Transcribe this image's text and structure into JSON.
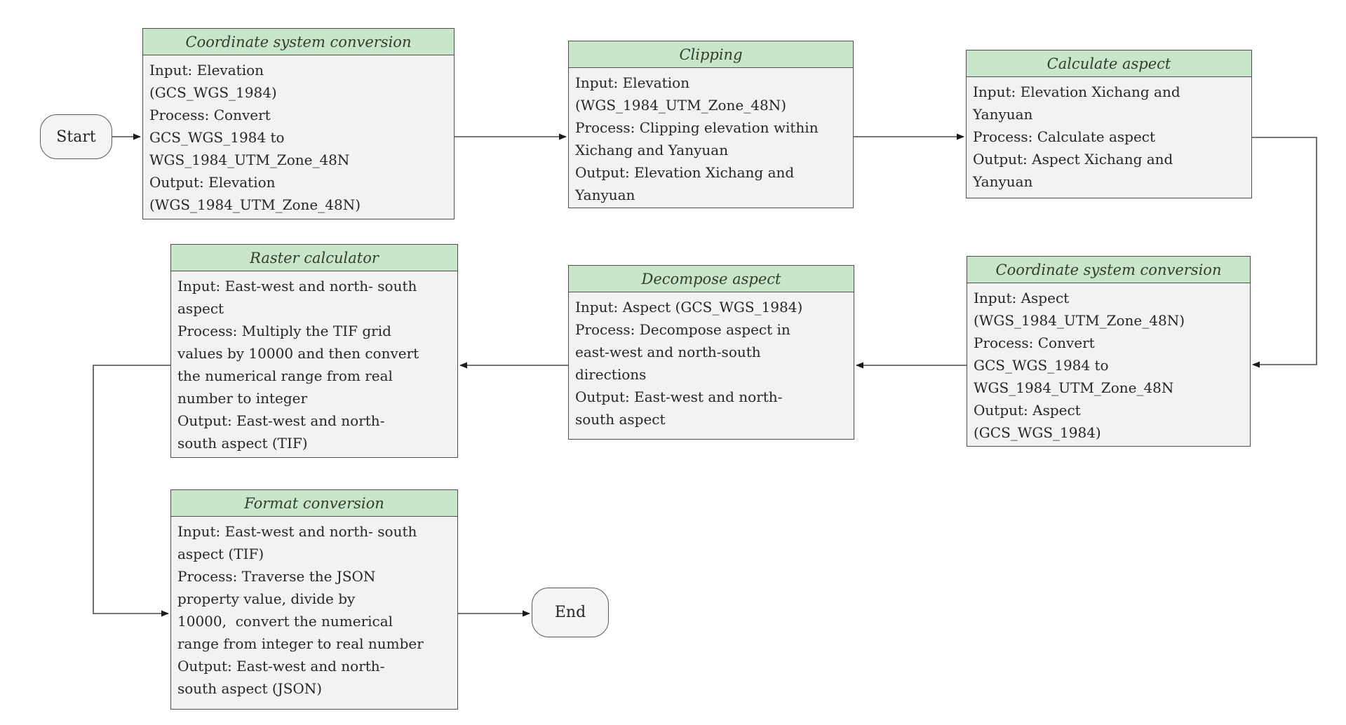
{
  "diagram": {
    "start": {
      "label": "Start"
    },
    "end": {
      "label": "End"
    },
    "nodes": [
      {
        "title": "Coordinate system conversion",
        "body": "Input: Elevation\n(GCS_WGS_1984)\nProcess: Convert\nGCS_WGS_1984 to\nWGS_1984_UTM_Zone_48N\nOutput: Elevation\n(WGS_1984_UTM_Zone_48N)"
      },
      {
        "title": "Clipping",
        "body": "Input: Elevation\n(WGS_1984_UTM_Zone_48N)\nProcess: Clipping elevation within\nXichang and Yanyuan\nOutput: Elevation Xichang and\nYanyuan"
      },
      {
        "title": "Calculate aspect",
        "body": "Input: Elevation Xichang and\nYanyuan\nProcess: Calculate aspect\nOutput: Aspect Xichang and\nYanyuan"
      },
      {
        "title": "Coordinate system conversion",
        "body": "Input: Aspect\n(WGS_1984_UTM_Zone_48N)\nProcess: Convert\nGCS_WGS_1984 to\nWGS_1984_UTM_Zone_48N\nOutput: Aspect\n(GCS_WGS_1984)"
      },
      {
        "title": "Decompose aspect",
        "body": "Input: Aspect (GCS_WGS_1984)\nProcess: Decompose aspect in\neast-west and north-south\ndirections\nOutput: East-west and north-\nsouth aspect"
      },
      {
        "title": "Raster calculator",
        "body": "Input: East-west and north- south\naspect\nProcess: Multiply the TIF grid\nvalues by 10000 and then convert\nthe numerical range from real\nnumber to integer\nOutput: East-west and north-\nsouth aspect (TIF)"
      },
      {
        "title": "Format conversion",
        "body": "Input: East-west and north- south\naspect (TIF)\nProcess: Traverse the JSON\nproperty value, divide by\n10000,  convert the numerical\nrange from integer to real number\nOutput: East-west and north-\nsouth aspect (JSON)"
      }
    ],
    "colors": {
      "header_fill": "#c9e5ca",
      "body_fill": "#f2f2f3",
      "border": "#4f4f4f",
      "connector": "#4a4a4a",
      "text": "#262626"
    }
  }
}
